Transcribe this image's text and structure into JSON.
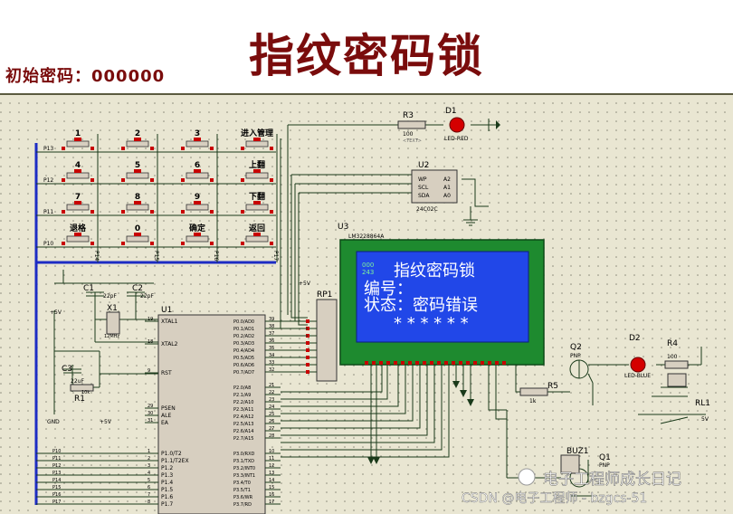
{
  "header": {
    "title": "指纹密码锁",
    "initial_password": "初始密码：000000"
  },
  "keypad": {
    "keys": [
      "1",
      "2",
      "3",
      "进入管理",
      "4",
      "5",
      "6",
      "上翻",
      "7",
      "8",
      "9",
      "下翻",
      "退格",
      "0",
      "确定",
      "返回"
    ],
    "row_labels": [
      "P13",
      "P12",
      "P11",
      "P10"
    ],
    "col_labels": [
      "P14",
      "P15",
      "P16",
      "P17"
    ]
  },
  "components": {
    "r3": "R3",
    "r3_val": "100",
    "d1": "D1",
    "d1_type": "LED-RED",
    "u2": "U2",
    "u2_part": "24C02C",
    "u2_pins_left": [
      "WP",
      "SCL",
      "SDA"
    ],
    "u2_pins_right": [
      "A2",
      "A1",
      "A0"
    ],
    "u3": "U3",
    "u3_part": "LM3228864A",
    "rp1": "RP1",
    "c1": "C1",
    "c1_val": "22pF",
    "c2": "C2",
    "c2_val": "22pF",
    "x1": "X1",
    "x1_val": "12MHz",
    "c3": "C3",
    "c3_val": "22uF",
    "r1": "R1",
    "r1_val": "10k",
    "u1": "U1",
    "q2": "Q2",
    "q2_type": "PNP",
    "d2": "D2",
    "d2_type": "LED-BLUE",
    "r4": "R4",
    "r4_val": "100",
    "r5": "R5",
    "r5_val": "1k",
    "rl1": "RL1",
    "rl1_val": "5V",
    "buz1": "BUZ1",
    "q1": "Q1",
    "q1_type": "PNP",
    "gnd": "GND",
    "vcc": "+5V",
    "text_tag": "<TEXT>"
  },
  "lcd": {
    "line1": "指纹密码锁",
    "line2": "编号：",
    "line3": "状态：密码错误",
    "line4": "* * * * * *",
    "side_left": "000",
    "side_right": "243"
  },
  "mcu": {
    "left_pins": [
      {
        "num": "19",
        "name": "XTAL1"
      },
      {
        "num": "18",
        "name": "XTAL2"
      },
      {
        "num": "9",
        "name": "RST"
      },
      {
        "num": "29",
        "name": "PSEN"
      },
      {
        "num": "30",
        "name": "ALE"
      },
      {
        "num": "31",
        "name": "EA"
      },
      {
        "num": "1",
        "name": "P1.0/T2"
      },
      {
        "num": "2",
        "name": "P1.1/T2EX"
      },
      {
        "num": "3",
        "name": "P1.2"
      },
      {
        "num": "4",
        "name": "P1.3"
      },
      {
        "num": "5",
        "name": "P1.4"
      },
      {
        "num": "6",
        "name": "P1.5"
      },
      {
        "num": "7",
        "name": "P1.6"
      },
      {
        "num": "8",
        "name": "P1.7"
      }
    ],
    "right_pins": [
      {
        "num": "39",
        "name": "P0.0/AD0"
      },
      {
        "num": "38",
        "name": "P0.1/AD1"
      },
      {
        "num": "37",
        "name": "P0.2/AD2"
      },
      {
        "num": "36",
        "name": "P0.3/AD3"
      },
      {
        "num": "35",
        "name": "P0.4/AD4"
      },
      {
        "num": "34",
        "name": "P0.5/AD5"
      },
      {
        "num": "33",
        "name": "P0.6/AD6"
      },
      {
        "num": "32",
        "name": "P0.7/AD7"
      },
      {
        "num": "21",
        "name": "P2.0/A8"
      },
      {
        "num": "22",
        "name": "P2.1/A9"
      },
      {
        "num": "23",
        "name": "P2.2/A10"
      },
      {
        "num": "24",
        "name": "P2.3/A11"
      },
      {
        "num": "25",
        "name": "P2.4/A12"
      },
      {
        "num": "26",
        "name": "P2.5/A13"
      },
      {
        "num": "27",
        "name": "P2.6/A14"
      },
      {
        "num": "28",
        "name": "P2.7/A15"
      },
      {
        "num": "10",
        "name": "P3.0/RXD"
      },
      {
        "num": "11",
        "name": "P3.1/TXD"
      },
      {
        "num": "12",
        "name": "P3.2/INT0"
      },
      {
        "num": "13",
        "name": "P3.3/INT1"
      },
      {
        "num": "14",
        "name": "P3.4/T0"
      },
      {
        "num": "15",
        "name": "P3.5/T1"
      },
      {
        "num": "16",
        "name": "P3.6/WR"
      },
      {
        "num": "17",
        "name": "P3.7/RD"
      }
    ],
    "p1_labels": [
      "P10",
      "P11",
      "P12",
      "P13",
      "P14",
      "P15",
      "P16",
      "P17"
    ]
  },
  "watermark": {
    "brand": "电子工程师成长日记",
    "footer": "CSDN @电子工程师 - bzgcs-51"
  },
  "colors": {
    "title": "#7a0c0c",
    "schematic_bg": "#e9e6d2",
    "wire": "#1a3a1a",
    "bus": "#1d2cc4",
    "lcd_board": "#1e8a2f",
    "lcd_screen": "#2147e8",
    "component_body": "#d7cfc0",
    "pin_red": "#c80000"
  }
}
